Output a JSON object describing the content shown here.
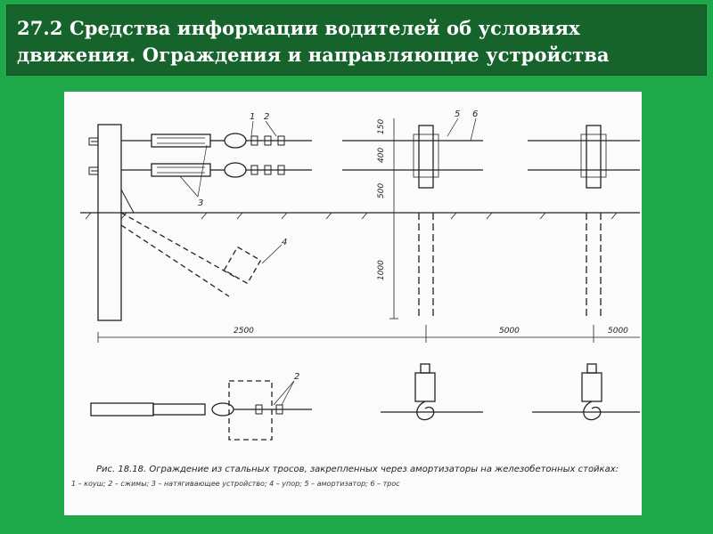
{
  "slide": {
    "title_line1": "27.2 Средства информации водителей об условиях",
    "title_line2": "движения. Ограждения и направляющие устройства",
    "background_color": "#1fa84a",
    "title_bg_color": "#16642c"
  },
  "figure": {
    "dimensions": {
      "span_1": "2500",
      "span_2": "5000",
      "span_3": "5000",
      "height_150": "150",
      "height_400": "400",
      "height_500": "500",
      "depth_1000": "1000"
    },
    "labels": {
      "l1": "1",
      "l2": "2",
      "l3": "3",
      "l4": "4",
      "l5": "5",
      "l6": "6",
      "l2b": "2"
    },
    "caption_main": "Рис. 18.18. Ограждение из стальных тросов, закрепленных через амортизаторы на железобетонных стойках:",
    "caption_legend": "1 – коуш; 2 – сжимы; 3 – натягивающее устройство; 4 – упор; 5 – амортизатор; 6 – трос"
  }
}
